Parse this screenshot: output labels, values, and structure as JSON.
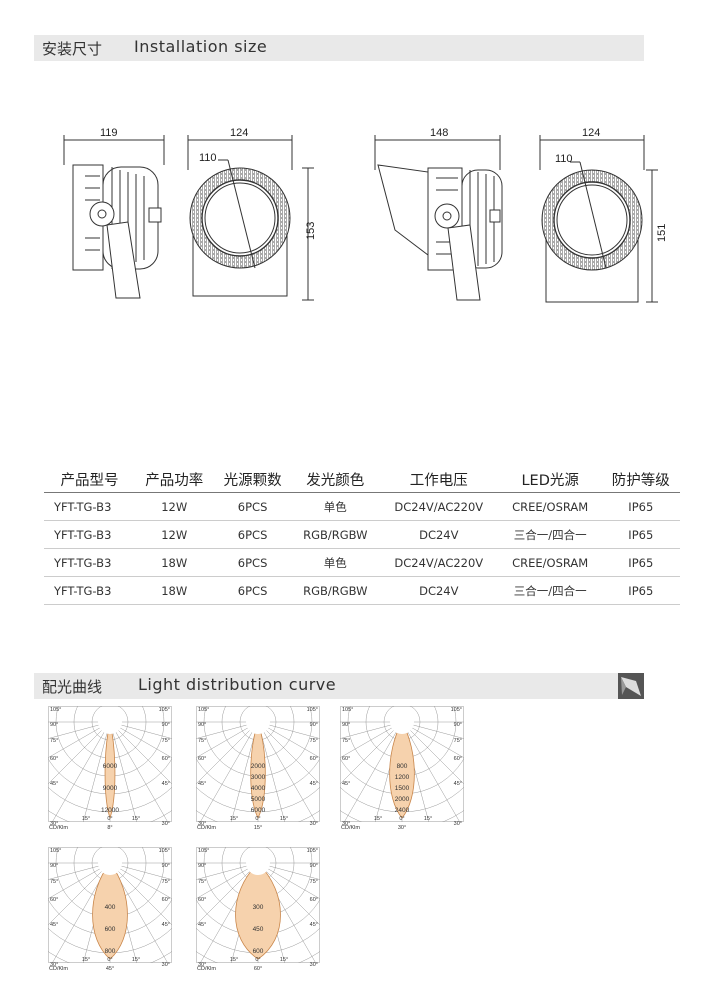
{
  "installation": {
    "title_zh": "安装尺寸",
    "title_en": "Installation size",
    "dimensions": {
      "view1_width": "119",
      "view2_width": "124",
      "view2_diameter": "110",
      "view2_height": "153",
      "view3_width": "148",
      "view4_width": "124",
      "view4_diameter": "110",
      "view4_height": "151"
    }
  },
  "spec_table": {
    "headers": [
      "产品型号",
      "产品功率",
      "光源颗数",
      "发光颜色",
      "工作电压",
      "LED光源",
      "防护等级"
    ],
    "rows": [
      [
        "YFT-TG-B3",
        "12W",
        "6PCS",
        "单色",
        "DC24V/AC220V",
        "CREE/OSRAM",
        "IP65"
      ],
      [
        "YFT-TG-B3",
        "12W",
        "6PCS",
        "RGB/RGBW",
        "DC24V",
        "三合一/四合一",
        "IP65"
      ],
      [
        "YFT-TG-B3",
        "18W",
        "6PCS",
        "单色",
        "DC24V/AC220V",
        "CREE/OSRAM",
        "IP65"
      ],
      [
        "YFT-TG-B3",
        "18W",
        "6PCS",
        "RGB/RGBW",
        "DC24V",
        "三合一/四合一",
        "IP65"
      ]
    ]
  },
  "light_distribution": {
    "title_zh": "配光曲线",
    "title_en": "Light distribution curve",
    "unit_label": "CD/Klm",
    "angle_labels": {
      "left": [
        "105°",
        "90°",
        "75°",
        "60°",
        "45°",
        "30°"
      ],
      "right": [
        "105°",
        "90°",
        "75°",
        "60°",
        "45°",
        "30°"
      ],
      "bottom": [
        "15°",
        "0°",
        "15°"
      ]
    },
    "colors": {
      "lobe_fill": "#f6d2ad",
      "lobe_stroke": "#c9864a",
      "grid": "#9a9a9a"
    }
  },
  "chart_data": [
    {
      "type": "polar",
      "beam_angle": "8°",
      "beam_angle_deg": 8,
      "radial_labels": [
        "6000",
        "9000",
        "12000"
      ]
    },
    {
      "type": "polar",
      "beam_angle": "15°",
      "beam_angle_deg": 15,
      "radial_labels": [
        "2000",
        "3000",
        "4000",
        "5000",
        "6000"
      ]
    },
    {
      "type": "polar",
      "beam_angle": "30°",
      "beam_angle_deg": 30,
      "radial_labels": [
        "800",
        "1200",
        "1500",
        "2000",
        "2400"
      ]
    },
    {
      "type": "polar",
      "beam_angle": "45°",
      "beam_angle_deg": 45,
      "radial_labels": [
        "400",
        "600",
        "800"
      ]
    },
    {
      "type": "polar",
      "beam_angle": "60°",
      "beam_angle_deg": 60,
      "radial_labels": [
        "300",
        "450",
        "600"
      ]
    }
  ]
}
